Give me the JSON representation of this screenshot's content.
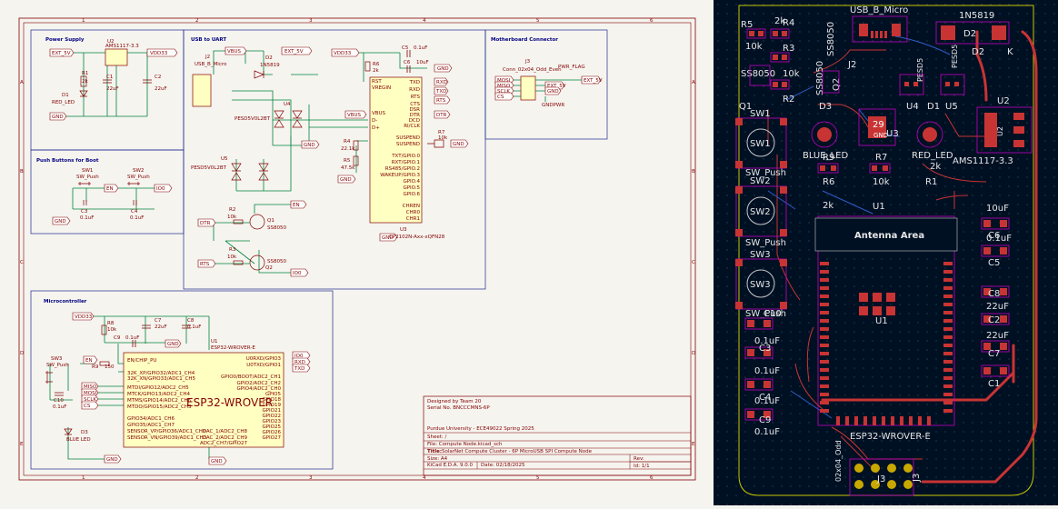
{
  "schematic": {
    "blocks": {
      "power_supply": "Power Supply",
      "usb_to_uart": "USB to UART",
      "motherboard_connector": "Motherboard Connector",
      "push_buttons": "Push Buttons for Boot",
      "microcontroller": "Microcontroller"
    },
    "parts": {
      "u2_ref": "U2",
      "u2_val": "AMS1117-3.3",
      "r1_ref": "R1",
      "r1_val": "2k",
      "d1_ref": "D1",
      "d1_val": "RED_LED",
      "c1_ref": "C1",
      "c1_val": "22uF",
      "c2_ref": "C2",
      "c2_val": "22uF",
      "j2_ref": "J2",
      "j2_val": "USB_B_Micro",
      "d2_ref": "D2",
      "d2_val": "1N5819",
      "u4_ref": "U4",
      "u4_val": "PESD5V0L2BT",
      "u5_ref": "U5",
      "u5_val": "PESD5V0L2BT",
      "r6_ref": "R6",
      "r6_val": "2k",
      "c5_ref": "C5",
      "c5_val": "0.1uF",
      "c6_ref": "C6",
      "c6_val": "10uF",
      "r4_ref": "R4",
      "r4_val": "22.1k",
      "r5_ref": "R5",
      "r5_val": "47.5k",
      "r7_ref": "R7",
      "r7_val": "10k",
      "u3_ref": "U3",
      "u3_val": "CP2102N-Axx-xQFN28",
      "r2_ref": "R2",
      "r2_val": "10k",
      "r3_ref": "R3",
      "r3_val": "10k",
      "q1_ref": "Q1",
      "q1_val": "SS8050",
      "q2_ref": "Q2",
      "q2_val": "SS8050",
      "j3_ref": "J3",
      "j3_val": "Conn_02x04_Odd_Even",
      "pwr_flag": "PWR_FLAG",
      "gnd_pwr": "GNDPWR",
      "sw1_ref": "SW1",
      "sw1_val": "SW_Push",
      "sw2_ref": "SW2",
      "sw2_val": "SW_Push",
      "c3_ref": "C3",
      "c3_val": "0.1uF",
      "c4_ref": "C4",
      "c4_val": "0.1uF",
      "r8_ref": "R8",
      "r8_val": "10k",
      "c7_ref": "C7",
      "c7_val": "22uF",
      "c8_ref": "C8",
      "c8_val": "0.1uF",
      "c9_ref": "C9",
      "c9_val": "0.1uF",
      "u1_ref": "U1",
      "u1_val": "ESP32-WROVER-E",
      "u1_big": "ESP32-WROVER",
      "sw3_ref": "SW3",
      "sw3_val": "SW_Push",
      "c10_ref": "C10",
      "c10_val": "0.1uF",
      "r9_ref": "R9",
      "r9_val": "150",
      "d3_ref": "D3",
      "d3_val": "BLUE LED"
    },
    "nets": {
      "ext_5v": "EXT_5V",
      "vdd33": "VDD33",
      "gnd": "GND",
      "vbus": "VBUS",
      "rxd": "RXD",
      "txd": "TXD",
      "dtr": "DTR",
      "rts": "RTS",
      "en": "EN",
      "io0": "IO0",
      "mosi": "MOSI",
      "miso": "MISO",
      "sclk": "SCLK",
      "cs": "CS"
    },
    "u3_pins_left": [
      "VREGIN",
      "RST",
      "VBUS",
      "D-",
      "D+"
    ],
    "u3_pins_right": [
      "TXD",
      "RXD",
      "RTS",
      "CTS",
      "DSR",
      "DTR",
      "DCD",
      "RI/CLK",
      "SUSPEND",
      "SUSPEND",
      "TXT/GPIO.0",
      "RXT/GPIO.1",
      "RS485/GPIO.2",
      "WAKEUP/GPIO.3",
      "GPIO.4",
      "GPIO.5",
      "GPIO.6",
      "CHREN",
      "CHR0",
      "CHR1"
    ],
    "u1_pins_left": [
      "EN/CHIP_PU",
      "32K_XP/GPIO32/ADC1_CH4",
      "32K_XN/GPIO33/ADC1_CH5",
      "MTDI/GPIO12/ADC2_CH5",
      "MTCK/GPIO13/ADC2_CH4",
      "MTMS/GPIO14/ADC2_CH6",
      "MTDO/GPIO15/ADC2_CH3",
      "GPIO34/ADC1_CH6",
      "GPIO35/ADC1_CH7",
      "SENSOR_VP/GPIO36/ADC1_CH0",
      "SENSOR_VN/GPIO39/ADC1_CH3"
    ],
    "u1_pins_right": [
      "U0RXD/GPIO3",
      "U0TXD/GPIO1",
      "GPIO0/BOOT/ADC2_CH1",
      "GPIO2/ADC2_CH2",
      "GPIO4/ADC2_CH0",
      "GPIO5",
      "GPIO18",
      "GPIO19",
      "GPIO21",
      "GPIO22",
      "GPIO23",
      "GPIO25",
      "GPIO26",
      "GPIO27",
      "DAC_1/ADC2_CH8",
      "DAC_2/ADC2_CH9",
      "ADC2_CH7/GPIO27"
    ],
    "title_block": {
      "designer": "Designed by Team 20",
      "serial": "Serial No. BNCCCMNS-6P",
      "org": "Purdue University - ECE49022 Spring 2025",
      "sheet": "Sheet: /",
      "file": "File: Compute Node.kicad_sch",
      "title_label": "Title:",
      "title": "SolarNet Compute Cluster - 6P MicroUSB SPI Compute Node",
      "size": "Size: A4",
      "date": "Date: 02/18/2025",
      "rev": "Rev:",
      "kicad": "KiCad E.D.A. 9.0.0",
      "id": "Id: 1/1"
    },
    "border_rows": [
      "A",
      "B",
      "C",
      "D",
      "E"
    ],
    "border_cols": [
      "1",
      "2",
      "3",
      "4",
      "5",
      "6"
    ]
  },
  "pcb": {
    "labels": {
      "r5": "R5",
      "r4": "R4",
      "r3": "R3",
      "r2": "R2",
      "r1": "R1",
      "val_2k_a": "2k",
      "val_10k_a": "10k",
      "val_10k_b": "10k",
      "ss8050_a": "SS8050",
      "ss8050_b": "SS8050",
      "q1": "Q1",
      "q2": "Q2",
      "j2": "J2",
      "usb": "USB_B_Micro",
      "d2": "D2",
      "d2_val": "1N5819",
      "k": "K",
      "pesd": "PESD5",
      "u4": "U4",
      "u5": "U5",
      "sw1": "SW1",
      "sw2": "SW2",
      "sw3": "SW3",
      "sw_push_1": "SW_Push",
      "sw_push_2": "SW_Push",
      "sw_push_3": "SW_Push",
      "d3": "D3",
      "d1": "D1",
      "blue_led": "BLUE_LED",
      "red_led": "RED_LED",
      "r9": "R9",
      "r6": "R6",
      "r7": "R7",
      "val_2k_b": "2k",
      "val_2k_c": "2k",
      "val_10k_c": "10k",
      "u3_gnd": "GND",
      "u3_pin": "29",
      "u3": "U3",
      "u2": "U2",
      "ams": "AMS1117-3.3",
      "u1": "U1",
      "antenna": "Antenna Area",
      "u1_center": "U1",
      "esp_label": "ESP32-WROVER-E",
      "c10": "C10",
      "c3": "C3",
      "c4": "C4",
      "c9": "C9",
      "c6": "C6",
      "c5": "C5",
      "c8": "C8",
      "c2": "C2",
      "c7": "C7",
      "c1": "C1",
      "c_val_01_a": "0.1uF",
      "c_val_01_b": "0.1uF",
      "c_val_01_c": "0.1uF",
      "c_val_01_d": "0.1uF",
      "c_val_10uf": "10uF",
      "c_val_22_a": "22uF",
      "c_val_22_b": "22uF",
      "c_val_01_e": "0.1uF",
      "j3": "J3",
      "j3_vert": "02x04_Odd"
    }
  }
}
